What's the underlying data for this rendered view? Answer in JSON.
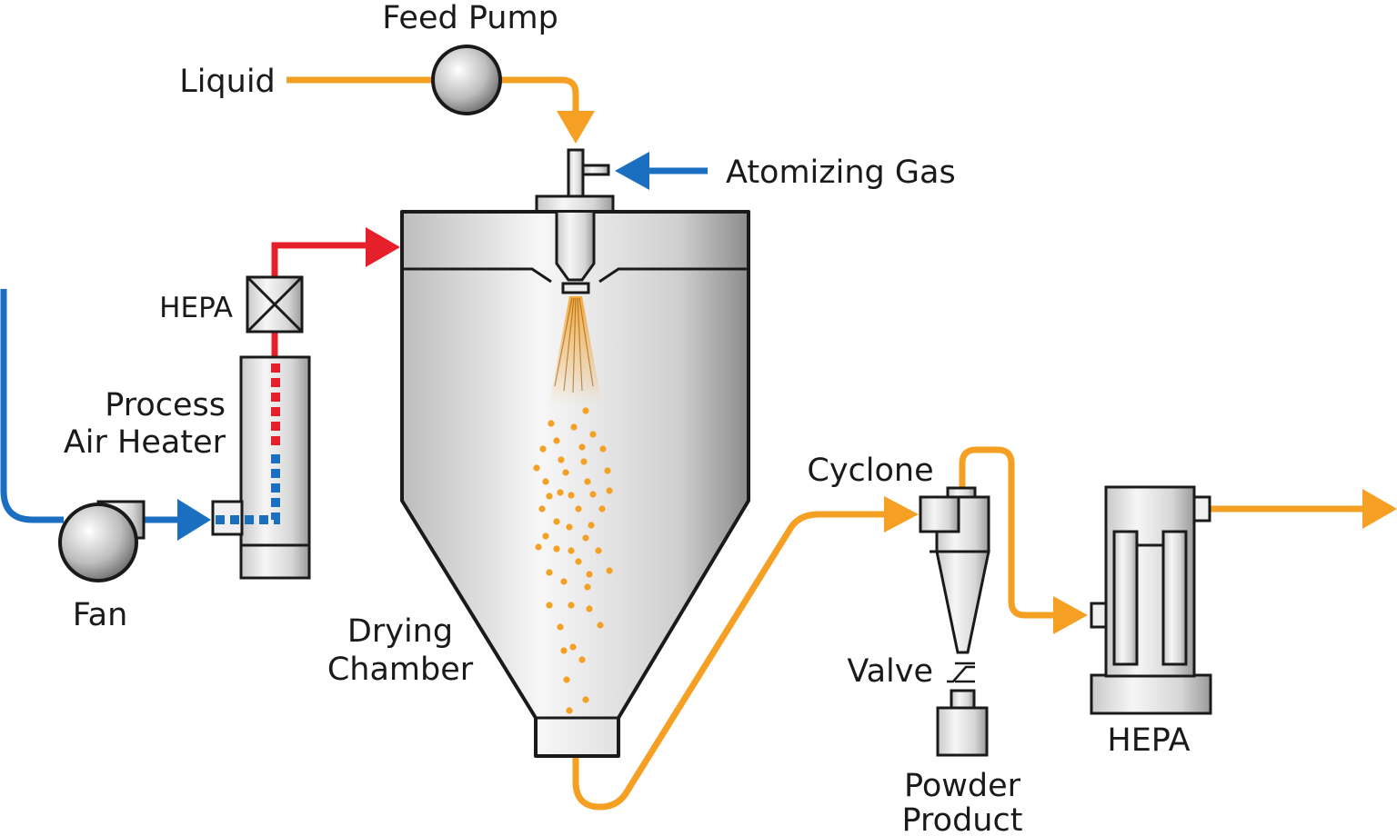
{
  "labels": {
    "feed_pump": "Feed Pump",
    "liquid": "Liquid",
    "atomizing_gas": "Atomizing Gas",
    "hepa_inlet": "HEPA",
    "process_air_heater_line1": "Process",
    "process_air_heater_line2": "Air Heater",
    "fan": "Fan",
    "drying_chamber_line1": "Drying",
    "drying_chamber_line2": "Chamber",
    "cyclone": "Cyclone",
    "valve": "Valve",
    "powder_product_line1": "Powder",
    "powder_product_line2": "Product",
    "hepa_outlet": "HEPA"
  },
  "colors": {
    "liquid_product_flow": "#f5a023",
    "gas_air_flow": "#1a6fc0",
    "heated_air_flow": "#e5202a",
    "equipment_body": "#d8d8d8",
    "outline": "#1a1a1a"
  }
}
